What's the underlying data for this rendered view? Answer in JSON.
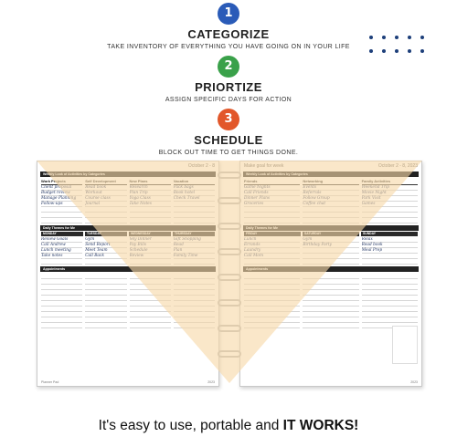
{
  "steps": [
    {
      "number": "1",
      "title": "CATEGORIZE",
      "subtitle": "TAKE INVENTORY OF EVERYTHING YOU HAVE GOING ON IN YOUR LIFE",
      "color": "#2a5bb8"
    },
    {
      "number": "2",
      "title": "PRIORTIZE",
      "subtitle": "ASSIGN SPECIFIC DAYS FOR ACTION",
      "color": "#3aa14a"
    },
    {
      "number": "3",
      "title": "SCHEDULE",
      "subtitle": "BLOCK OUT TIME TO GET THINGS DONE.",
      "color": "#e2572a"
    }
  ],
  "accent_dots_color": "#1d3f7a",
  "overlay_color": "#f7d9a8",
  "planner": {
    "left_page": {
      "header_left": "",
      "header_right": "October 2 - 8",
      "section1": "Weekly Look of Activities by Categories",
      "categories": [
        "Work Projects",
        "Self Development",
        "New Plans",
        "Vacation"
      ],
      "category_notes": [
        [
          "Client proposal",
          "Budget review",
          "Manage Planning",
          "Follow-ups"
        ],
        [
          "Read book",
          "Workout",
          "Course class",
          "Journal"
        ],
        [
          "Research",
          "Plan Trip",
          "Yoga Class",
          "Take Notes"
        ],
        [
          "Pack bags",
          "Book hotel",
          "Check Travel",
          ""
        ]
      ],
      "section2": "Daily Themes for Me",
      "days": [
        "MONDAY",
        "TUESDAY",
        "WEDNESDAY",
        "THURSDAY"
      ],
      "day_notes": [
        [
          "Review Goals",
          "Call Andrew",
          "Lunch meeting",
          "Take notes"
        ],
        [
          "Gym",
          "Send Report",
          "Meet Team",
          "Call Back"
        ],
        [
          "Sky Dinner",
          "Pay Bills",
          "Schedule",
          "Review"
        ],
        [
          "Gift Shopping",
          "Read",
          "Plan",
          "Family Time"
        ]
      ],
      "section3": "Appointments",
      "footer_left": "Planner Pad",
      "footer_right": "2023"
    },
    "right_page": {
      "header_left": "Make goal for week",
      "header_right": "October 2 - 8, 2023",
      "section1": "Weekly Look of Activities by Categories",
      "categories": [
        "Friends",
        "Networking",
        "Family Activities"
      ],
      "category_notes": [
        [
          "Game Nights",
          "Call Friends",
          "Dinner Plans",
          "Groceries"
        ],
        [
          "Events",
          "Referrals",
          "Follow Group",
          "Coffee chat"
        ],
        [
          "Weekend Trip",
          "Movie Night",
          "Park Visit",
          "Games"
        ]
      ],
      "section2": "Daily Themes for Me",
      "days": [
        "FRIDAY",
        "SATURDAY",
        "SUNDAY"
      ],
      "day_notes": [
        [
          "Lunch",
          "Errands",
          "Laundry",
          "Call Mom"
        ],
        [
          "Gym",
          "Birthday Party",
          "",
          ""
        ],
        [
          "Relax",
          "Read book",
          "Meal Prep",
          ""
        ]
      ],
      "section3": "Appointments",
      "footer_left": "",
      "footer_right": "2023"
    }
  },
  "tagline": {
    "prefix": "It's easy to use, portable and ",
    "bold": "IT WORKS!"
  }
}
